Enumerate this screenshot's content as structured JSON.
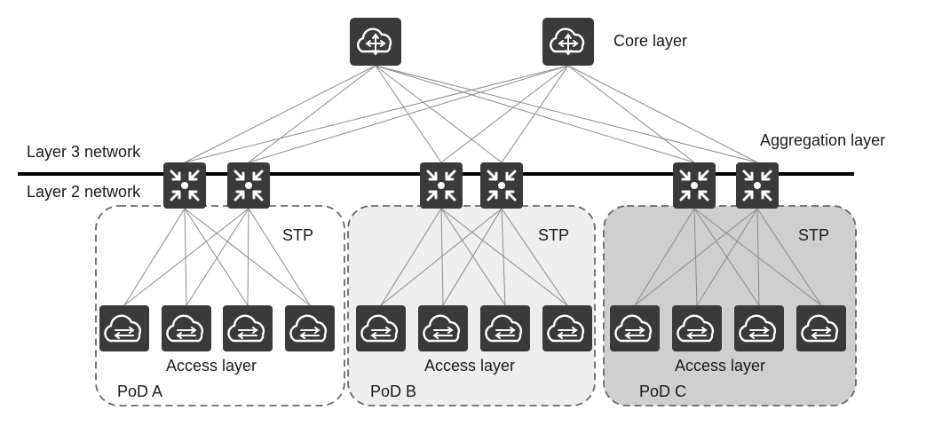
{
  "labels": {
    "core_layer": "Core layer",
    "aggregation_layer": "Aggregation layer",
    "layer3_network": "Layer 3 network",
    "layer2_network": "Layer 2 network"
  },
  "core_switches": [
    {
      "icon": "core-router-cloud-icon"
    },
    {
      "icon": "core-router-cloud-icon"
    }
  ],
  "pods": [
    {
      "name": "PoD A",
      "stp_label": "STP",
      "access_label": "Access layer",
      "fill": "#ffffff"
    },
    {
      "name": "PoD B",
      "stp_label": "STP",
      "access_label": "Access layer",
      "fill": "#eeeeee"
    },
    {
      "name": "PoD C",
      "stp_label": "STP",
      "access_label": "Access layer",
      "fill": "#cfcfcf"
    }
  ],
  "icons": {
    "aggregation_switch": "aggregation-switch-icon",
    "access_switch": "access-switch-cloud-icon"
  },
  "colors": {
    "device_fill": "#3a3a3a",
    "link_line": "#8c8c8c",
    "network_line": "#000000",
    "pod_border": "#6a6a6a"
  }
}
